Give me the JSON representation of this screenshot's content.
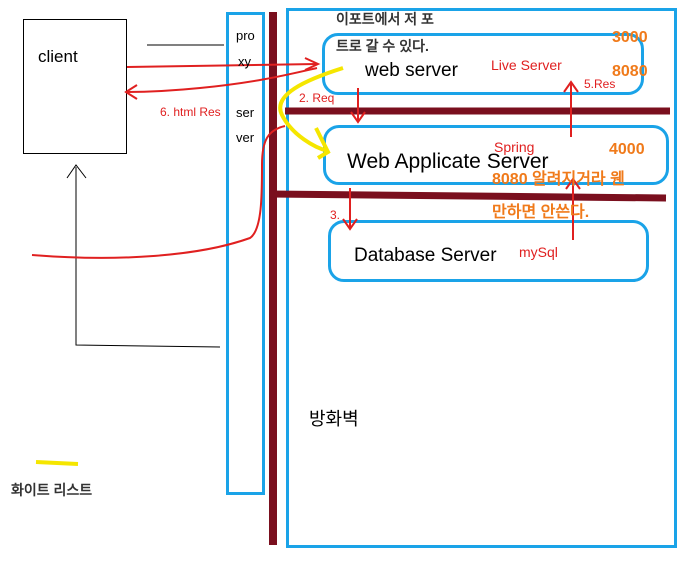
{
  "client": {
    "label": "client"
  },
  "proxy": {
    "label_lines": [
      "pro",
      "xy",
      "ser",
      "ver"
    ]
  },
  "firewall": {
    "label": "방화벽",
    "note_line1": "이포트에서 저 포",
    "note_line2": "트로 갈 수 있다."
  },
  "web_server": {
    "label": "web server",
    "tag": "Live Server",
    "port1": "3000",
    "port2": "8080"
  },
  "was": {
    "label": "Web Applicate Server",
    "tag": "Spring",
    "port": "4000",
    "warning_line1": "8080 알려지거라 웬",
    "warning_line2": "만하면 안쓴다."
  },
  "db": {
    "label": "Database Server",
    "tag": "mySql"
  },
  "steps": {
    "req": "2. Req",
    "db_step": "3.",
    "res": "5.Res",
    "html_res": "6. html Res"
  },
  "legend": {
    "label": "화이트 리스트",
    "color": "#f5e600"
  },
  "colors": {
    "box_border": "#1aa3e8",
    "wall": "#7a0f1e",
    "arrow": "#e02020",
    "port_text": "#f07a1a",
    "whitelist": "#f5e600"
  }
}
